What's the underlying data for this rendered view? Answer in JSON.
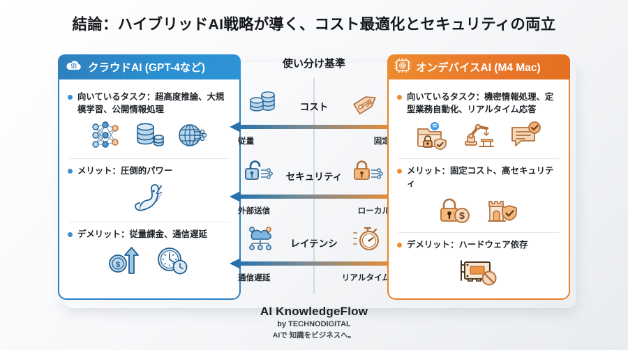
{
  "title": "結論：ハイブリッドAI戦略が導く、コスト最適化とセキュリティの両立",
  "colors": {
    "cloud_blue": "#2f8ed0",
    "device_orange": "#e8822a",
    "text_dark": "#15181c"
  },
  "left_panel": {
    "header": "クラウドAI (GPT-4など)",
    "header_icon": "cloud-brain-icon",
    "bullets": [
      {
        "text": "向いているタスク：超高度推論、大規模学習、公開情報処理",
        "icons": [
          "neural-network-icon",
          "database-icon",
          "globe-network-icon"
        ]
      },
      {
        "text": "メリット：圧倒的パワー",
        "icons": [
          "flexing-arm-icon"
        ]
      },
      {
        "text": "デメリット：従量課金、通信遅延",
        "icons": [
          "coin-up-arrow-icon",
          "clock-icon"
        ]
      }
    ]
  },
  "right_panel": {
    "header": "オンデバイスAI (M4 Mac)",
    "header_icon": "chip-brain-icon",
    "bullets": [
      {
        "text": "向いているタスク：機密情報処理、定型業務自動化、リアルタイム応答",
        "icons": [
          "secure-folder-icon",
          "robot-arm-icon",
          "chat-check-icon"
        ]
      },
      {
        "text": "メリット：固定コスト、高セキュリティ",
        "icons": [
          "lock-dollar-icon",
          "castle-shield-icon"
        ]
      },
      {
        "text": "デメリット：ハードウェア依存",
        "icons": [
          "hardware-card-blocked-icon"
        ]
      }
    ]
  },
  "center": {
    "label": "使い分け基準",
    "rows": [
      {
        "title": "コスト",
        "left_label": "従量",
        "right_label": "固定",
        "left_icon": "coin-stack-icon",
        "right_icon": "price-tag-icon"
      },
      {
        "title": "セキュリティ",
        "left_label": "外部送信",
        "right_label": "ローカル",
        "left_icon": "unlocked-padlock-icon",
        "right_icon": "locked-padlock-icon"
      },
      {
        "title": "レイテンシ",
        "left_label": "通信遅延",
        "right_label": "リアルタイム",
        "left_icon": "cloud-network-icon",
        "right_icon": "stopwatch-icon"
      }
    ]
  },
  "footer": {
    "brand": "AI KnowledgeFlow",
    "by": "by TECHNODIGITAL",
    "tagline": "AIで 知識をビジネスへ。"
  }
}
